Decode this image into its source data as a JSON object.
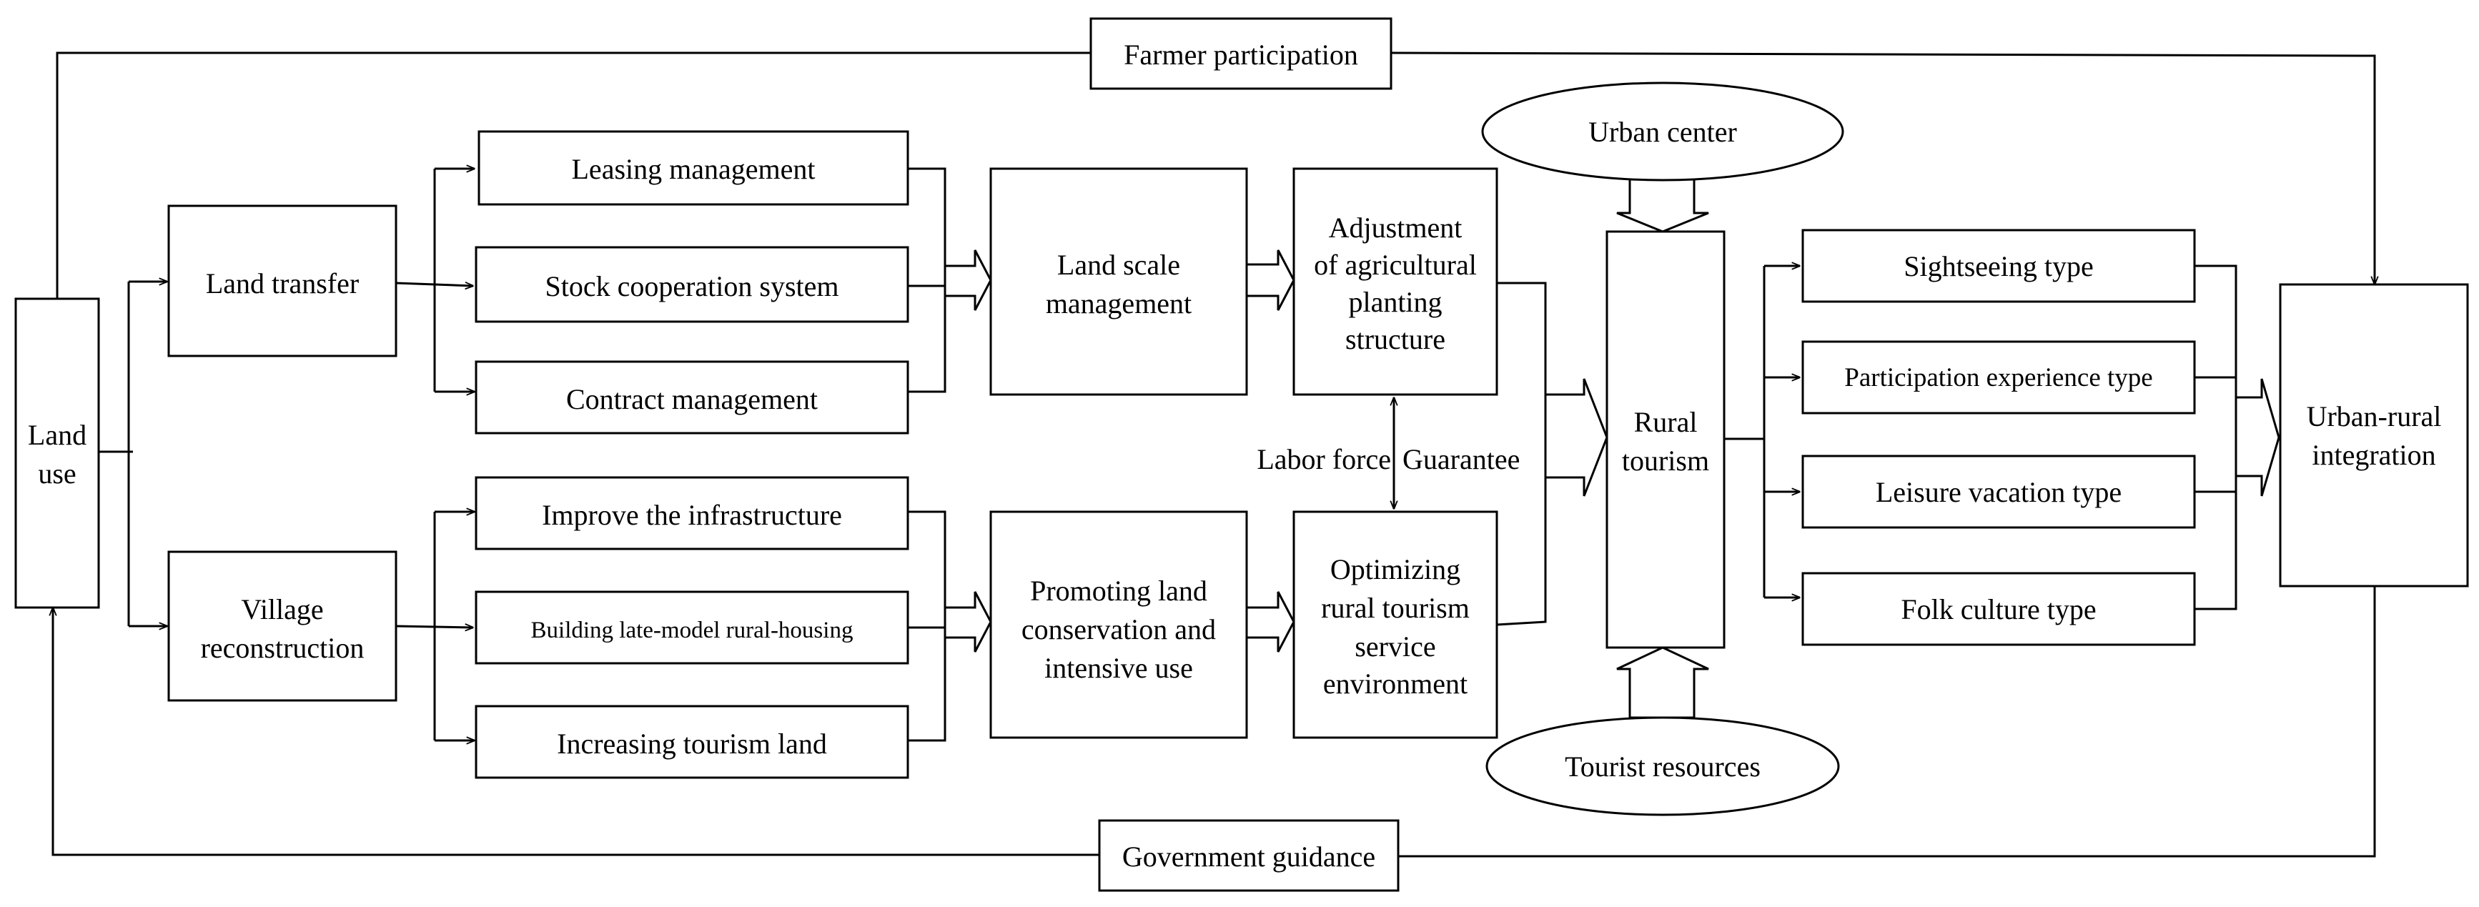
{
  "nodes": {
    "land_use": [
      "Land",
      "use"
    ],
    "farmer_participation": "Farmer participation",
    "government_guidance": "Government guidance",
    "land_transfer": "Land transfer",
    "village_reconstruction": [
      "Village",
      "reconstruction"
    ],
    "leasing_management": "Leasing management",
    "stock_cooperation": "Stock cooperation system",
    "contract_management": "Contract management",
    "improve_infrastructure": "Improve the infrastructure",
    "building_housing": "Building late-model rural-housing",
    "increasing_tourism_land": "Increasing tourism land",
    "land_scale_management": [
      "Land scale",
      "management"
    ],
    "promoting_land": [
      "Promoting land",
      "conservation and",
      "intensive use"
    ],
    "adjustment": [
      "Adjustment",
      "of agricultural",
      "planting",
      "structure"
    ],
    "optimizing": [
      "Optimizing",
      "rural tourism",
      "service",
      "environment"
    ],
    "labor_force": "Labor force",
    "guarantee": "Guarantee",
    "urban_center": "Urban center",
    "tourist_resources": "Tourist resources",
    "rural_tourism": [
      "Rural",
      "tourism"
    ],
    "sightseeing": "Sightseeing type",
    "participation_experience": "Participation experience type",
    "leisure_vacation": "Leisure vacation type",
    "folk_culture": "Folk culture type",
    "urban_rural": [
      "Urban-rural",
      "integration"
    ]
  }
}
